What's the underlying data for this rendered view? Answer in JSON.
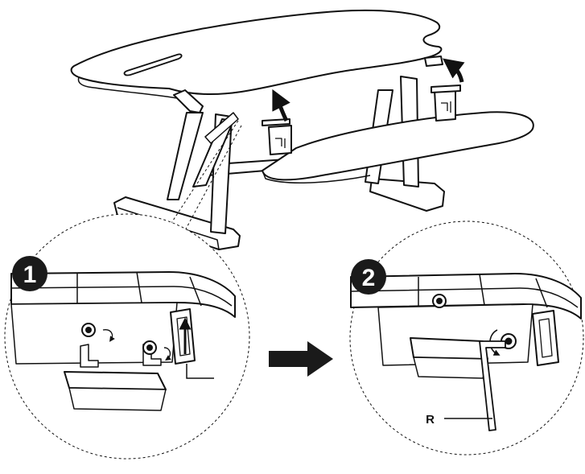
{
  "steps": [
    {
      "number": "1"
    },
    {
      "number": "2"
    }
  ],
  "callouts": {
    "wrench": "R"
  },
  "icons": {
    "direction_arrow": "right-arrow-icon",
    "lift_arrows": "curved-arrow-icon"
  },
  "colors": {
    "line": "#111111",
    "badge": "#1a1a1a",
    "background": "#ffffff"
  }
}
